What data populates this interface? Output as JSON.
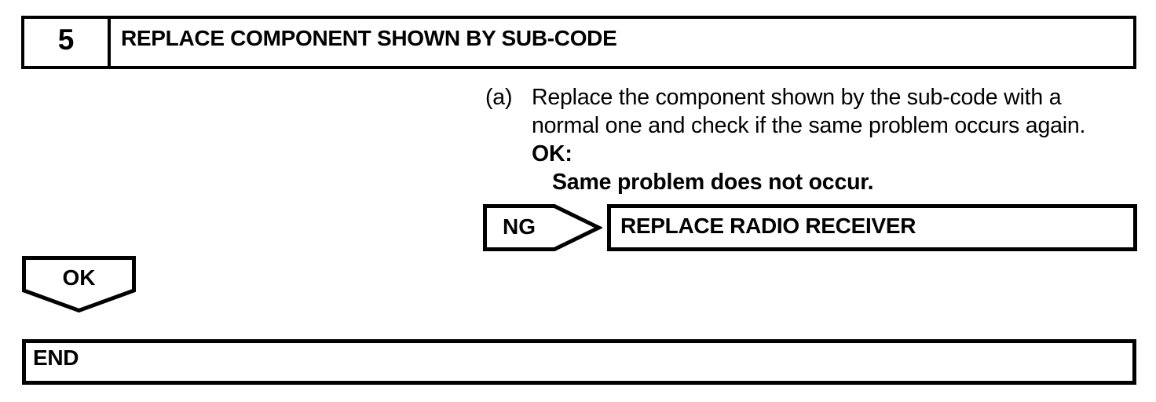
{
  "page": {
    "background_color": "#ffffff",
    "ink_color": "#000000"
  },
  "step_header": {
    "number": "5",
    "title": "REPLACE COMPONENT SHOWN BY SUB-CODE"
  },
  "instruction": {
    "item_label": "(a)",
    "line1": "Replace the component shown by the sub-code with a",
    "line2": "normal one and check if the same problem occurs again.",
    "ok_label": "OK:",
    "ok_condition": "Same problem does not occur."
  },
  "ng_branch": {
    "connector_label": "NG",
    "action": "REPLACE RADIO RECEIVER"
  },
  "ok_branch": {
    "connector_label": "OK"
  },
  "end_box": {
    "label": "END"
  }
}
